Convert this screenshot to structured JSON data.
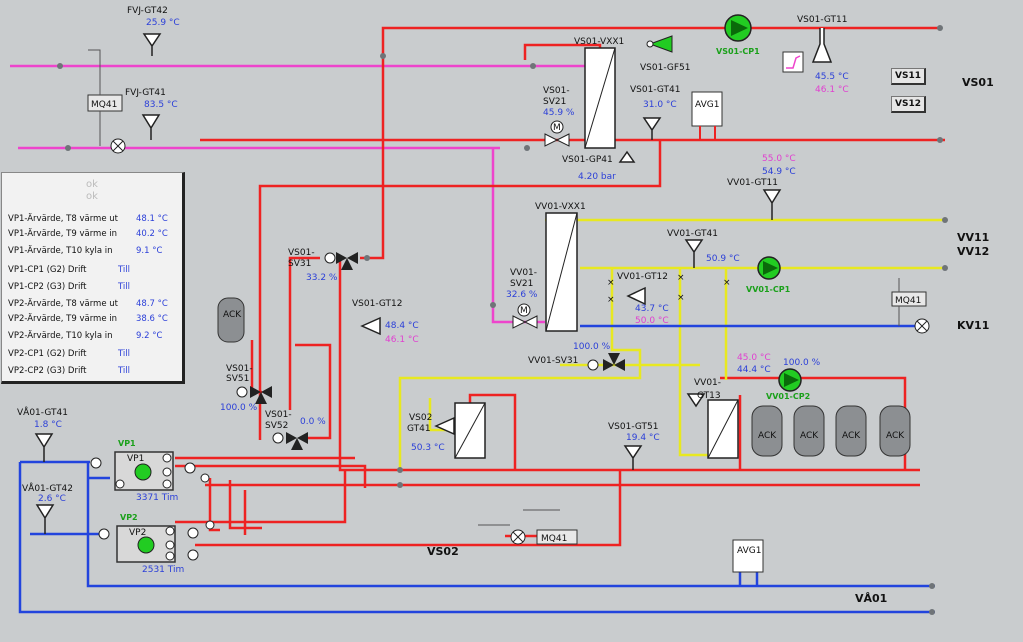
{
  "colors": {
    "red": "#ee2222",
    "pink": "#ee44cc",
    "yellow": "#e8e820",
    "blue": "#2244dd",
    "grey": "#6f7478",
    "pump_green": "#22cc22"
  },
  "sensors": {
    "fvj_gt42": {
      "name": "FVJ-GT42",
      "value": "25.9 °C"
    },
    "fvj_gt41": {
      "name": "FVJ-GT41",
      "value": "83.5 °C"
    },
    "mq41_top": "MQ41",
    "vs01_vxx1": "VS01-VXX1",
    "vs01_gf51": "VS01-GF51",
    "vs01_cp1": "VS01-CP1",
    "vs01_gt11_top": {
      "name": "VS01-GT11",
      "value": "45.5 °C",
      "setpoint": "46.1 °C"
    },
    "vs01_sv21": {
      "name1": "VS01-",
      "name2": "SV21",
      "value": "45.9 %"
    },
    "vs01_gt41": {
      "name": "VS01-GT41",
      "value": "31.0 °C"
    },
    "avg1_top": "AVG1",
    "vs01_gp41": {
      "name": "VS01-GP41",
      "value": "4.20 bar"
    },
    "vv01_gt11": {
      "name": "VV01-GT11",
      "value": "54.9 °C",
      "setpoint": "55.0 °C"
    },
    "vv01_vxx1": "VV01-VXX1",
    "vv01_gt41": {
      "name": "VV01-GT41",
      "value": "50.9 °C"
    },
    "vv01_sv21": {
      "name1": "VV01-",
      "name2": "SV21",
      "value": "32.6 %"
    },
    "vv01_gt12": {
      "name": "VV01-GT12",
      "value": "43.7 °C",
      "setpoint": "50.0 °C"
    },
    "vv01_cp1": "VV01-CP1",
    "mq41_right": "MQ41",
    "vs01_sv31": {
      "name1": "VS01-",
      "name2": "SV31",
      "value": "33.2 %"
    },
    "vs01_gt12": {
      "name": "VS01-GT12",
      "value": "48.4 °C",
      "setpoint": "46.1 °C"
    },
    "vv01_sv31": {
      "name": "VV01-SV31",
      "value": "100.0 %"
    },
    "vv01_gt13": {
      "name1": "VV01-",
      "name2": "GT13",
      "value": "44.4 °C",
      "setpoint": "45.0 °C"
    },
    "vv01_cp2": {
      "name": "VV01-CP2",
      "value": "100.0 %"
    },
    "vs01_sv51": {
      "name1": "VS01-",
      "name2": "SV51",
      "value": "100.0 %"
    },
    "vs01_sv52": {
      "name1": "VS01-",
      "name2": "SV52",
      "value": "0.0 %"
    },
    "vs02_gt41": {
      "name1": "VS02",
      "name2": "GT41",
      "value": "50.3 °C"
    },
    "vs01_gt51": {
      "name": "VS01-GT51",
      "value": "19.4 °C"
    },
    "va01_gt41": {
      "name": "VÅ01-GT41",
      "value": "1.8 °C"
    },
    "va01_gt42": {
      "name": "VÅ01-GT42",
      "value": "2.6 °C"
    },
    "vp1": {
      "name": "VP1",
      "hours": "3371 Tim"
    },
    "vp2": {
      "name": "VP2",
      "hours": "2531 Tim"
    },
    "mq41_bottom": "MQ41",
    "avg1_bottom": "AVG1",
    "ack": "ACK"
  },
  "lines": {
    "vs01": "VS01",
    "vv11": "VV11",
    "vv12": "VV12",
    "kv11": "KV11",
    "vs02": "VS02",
    "va01": "VÅ01"
  },
  "buttons": {
    "vs11": "VS11",
    "vs12": "VS12"
  },
  "info_panel": {
    "ok1": "ok",
    "ok2": "ok",
    "rows": [
      {
        "label": "VP1-Ärvärde, T8 värme ut",
        "value": "48.1 °C"
      },
      {
        "label": "VP1-Ärvärde, T9 värme in",
        "value": "40.2 °C"
      },
      {
        "label": "VP1-Ärvärde, T10 kyla in",
        "value": "9.1 °C"
      },
      {
        "label": "VP1-CP1 (G2) Drift",
        "value": "Till"
      },
      {
        "label": "VP1-CP2 (G3) Drift",
        "value": "Till"
      },
      {
        "label": "VP2-Ärvärde, T8 värme ut",
        "value": "48.7 °C"
      },
      {
        "label": "VP2-Ärvärde, T9 värme in",
        "value": "38.6 °C"
      },
      {
        "label": "VP2-Ärvärde, T10 kyla in",
        "value": "9.2 °C"
      },
      {
        "label": "VP2-CP1 (G2) Drift",
        "value": "Till"
      },
      {
        "label": "VP2-CP2 (G3) Drift",
        "value": "Till"
      }
    ]
  }
}
